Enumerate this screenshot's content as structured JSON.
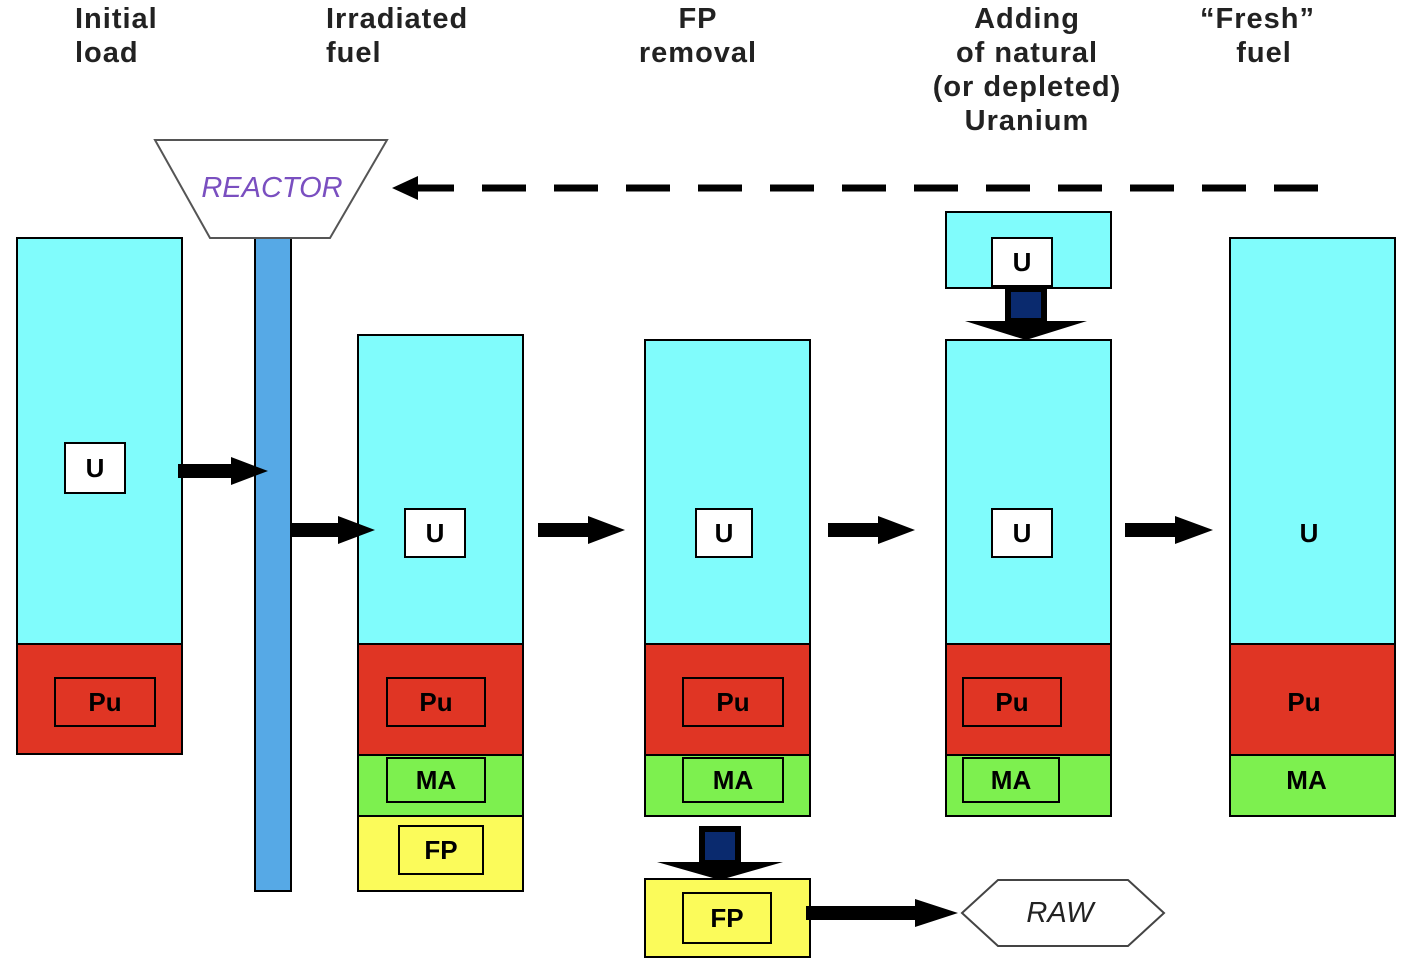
{
  "headers": {
    "initial": "Initial\nload",
    "irradiated": "Irradiated\nfuel",
    "fp_removal": "FP\nremoval",
    "adding": "Adding\nof natural\n(or depleted)\nUranium",
    "fresh": "“Fresh”\n    fuel"
  },
  "reactor_label": "REACTOR",
  "raw_label": "RAW",
  "labels": {
    "u": "U",
    "pu": "Pu",
    "ma": "MA",
    "fp": "FP"
  },
  "colors": {
    "uranium": "#80fcfc",
    "plutonium": "#e03524",
    "minor_actinides": "#7df04f",
    "fission_products": "#fbfb5a",
    "reactor_bar": "#56a9e6",
    "reactor_text": "#7a4fc0",
    "down_arrow": "#0a2a6e"
  }
}
